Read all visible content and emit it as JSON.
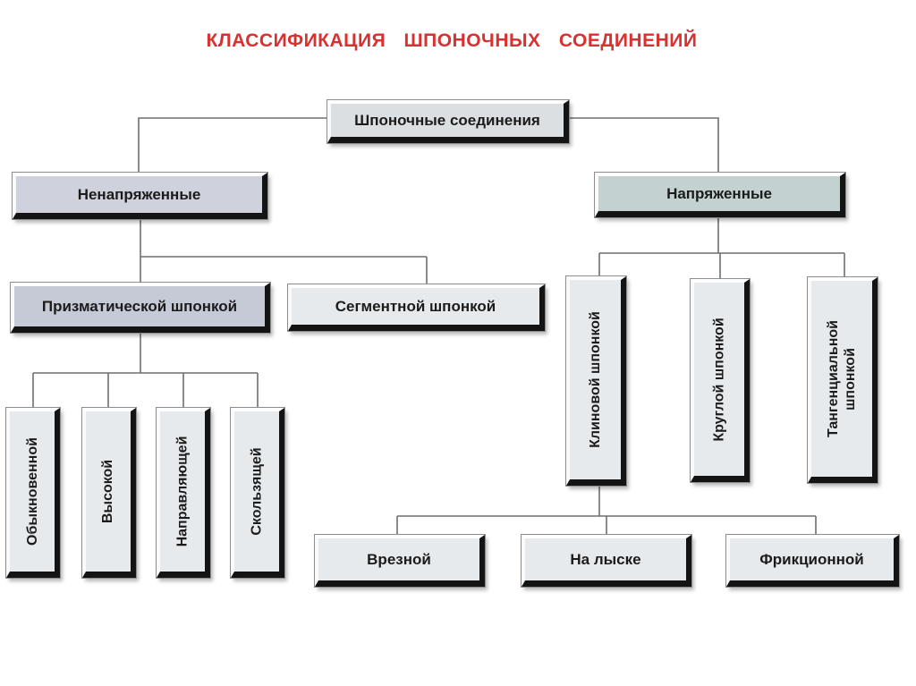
{
  "title": "КЛАССИФИКАЦИЯ  ШПОНОЧНЫХ  СОЕДИНЕНИЙ",
  "root": "Шпоночные соединения",
  "branches": {
    "unstressed": {
      "label": "Ненапряженные",
      "children": {
        "prismatic": {
          "label": "Призматической шпонкой",
          "children": [
            "Обыкновенной",
            "Высокой",
            "Направляющей",
            "Скользящей"
          ]
        },
        "segment": "Сегментной шпонкой"
      }
    },
    "stressed": {
      "label": "Напряженные",
      "children": {
        "wedge": {
          "label": "Клиновой шпонкой",
          "children": [
            "Врезной",
            "На лыске",
            "Фрикционной"
          ]
        },
        "round": "Круглой шпонкой",
        "tangential": "Тангенциальной шпонкой"
      }
    }
  },
  "colors": {
    "title": "#d93030",
    "connector": "#6e6e6e",
    "box_face": "#e7eaec",
    "box_dark_edge": "#141414"
  }
}
